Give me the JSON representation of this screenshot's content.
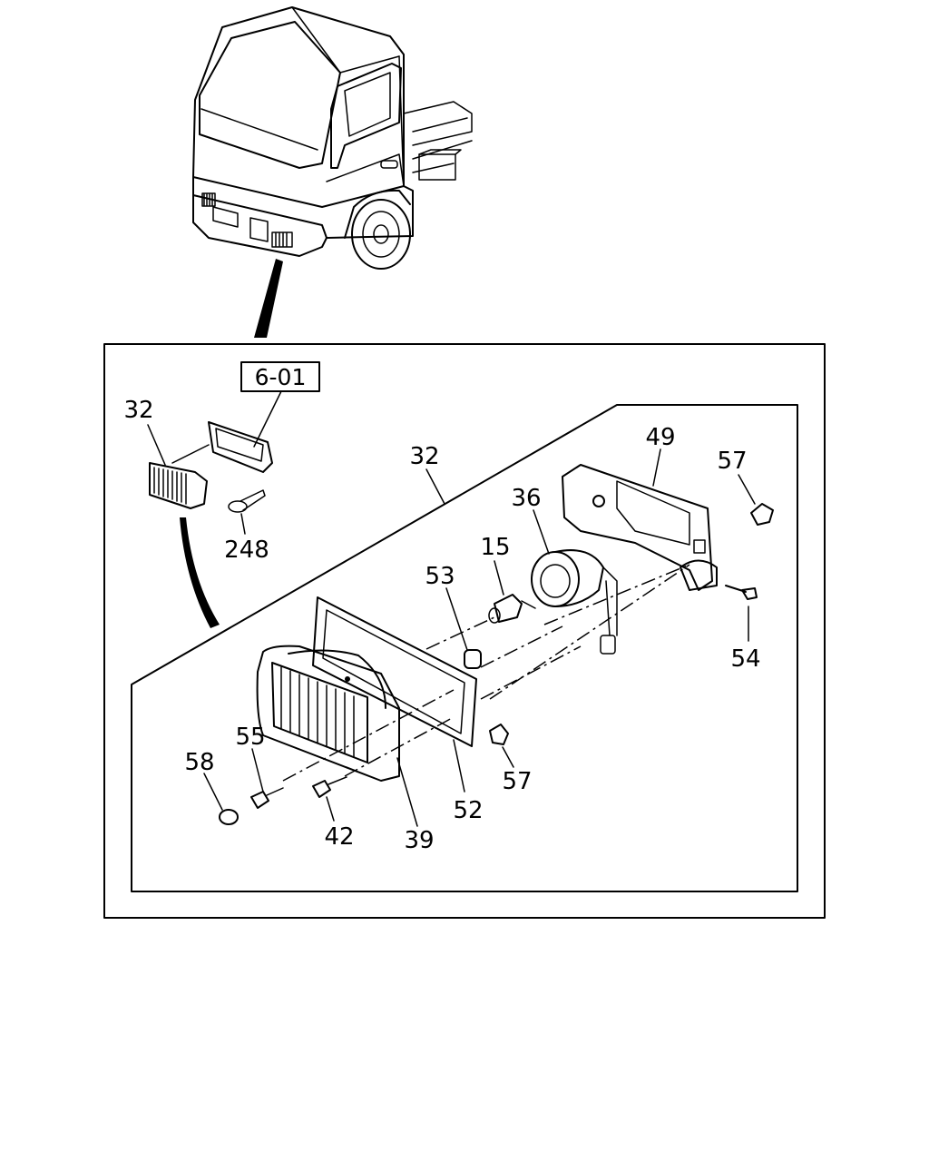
{
  "reference_label": "6-01",
  "callouts": [
    {
      "id": "c32a",
      "text": "32"
    },
    {
      "id": "c248",
      "text": "248"
    },
    {
      "id": "c32b",
      "text": "32"
    },
    {
      "id": "c49",
      "text": "49"
    },
    {
      "id": "c57a",
      "text": "57"
    },
    {
      "id": "c36",
      "text": "36"
    },
    {
      "id": "c15",
      "text": "15"
    },
    {
      "id": "c53",
      "text": "53"
    },
    {
      "id": "c54",
      "text": "54"
    },
    {
      "id": "c55",
      "text": "55"
    },
    {
      "id": "c58",
      "text": "58"
    },
    {
      "id": "c57b",
      "text": "57"
    },
    {
      "id": "c52",
      "text": "52"
    },
    {
      "id": "c42",
      "text": "42"
    },
    {
      "id": "c39",
      "text": "39"
    }
  ]
}
